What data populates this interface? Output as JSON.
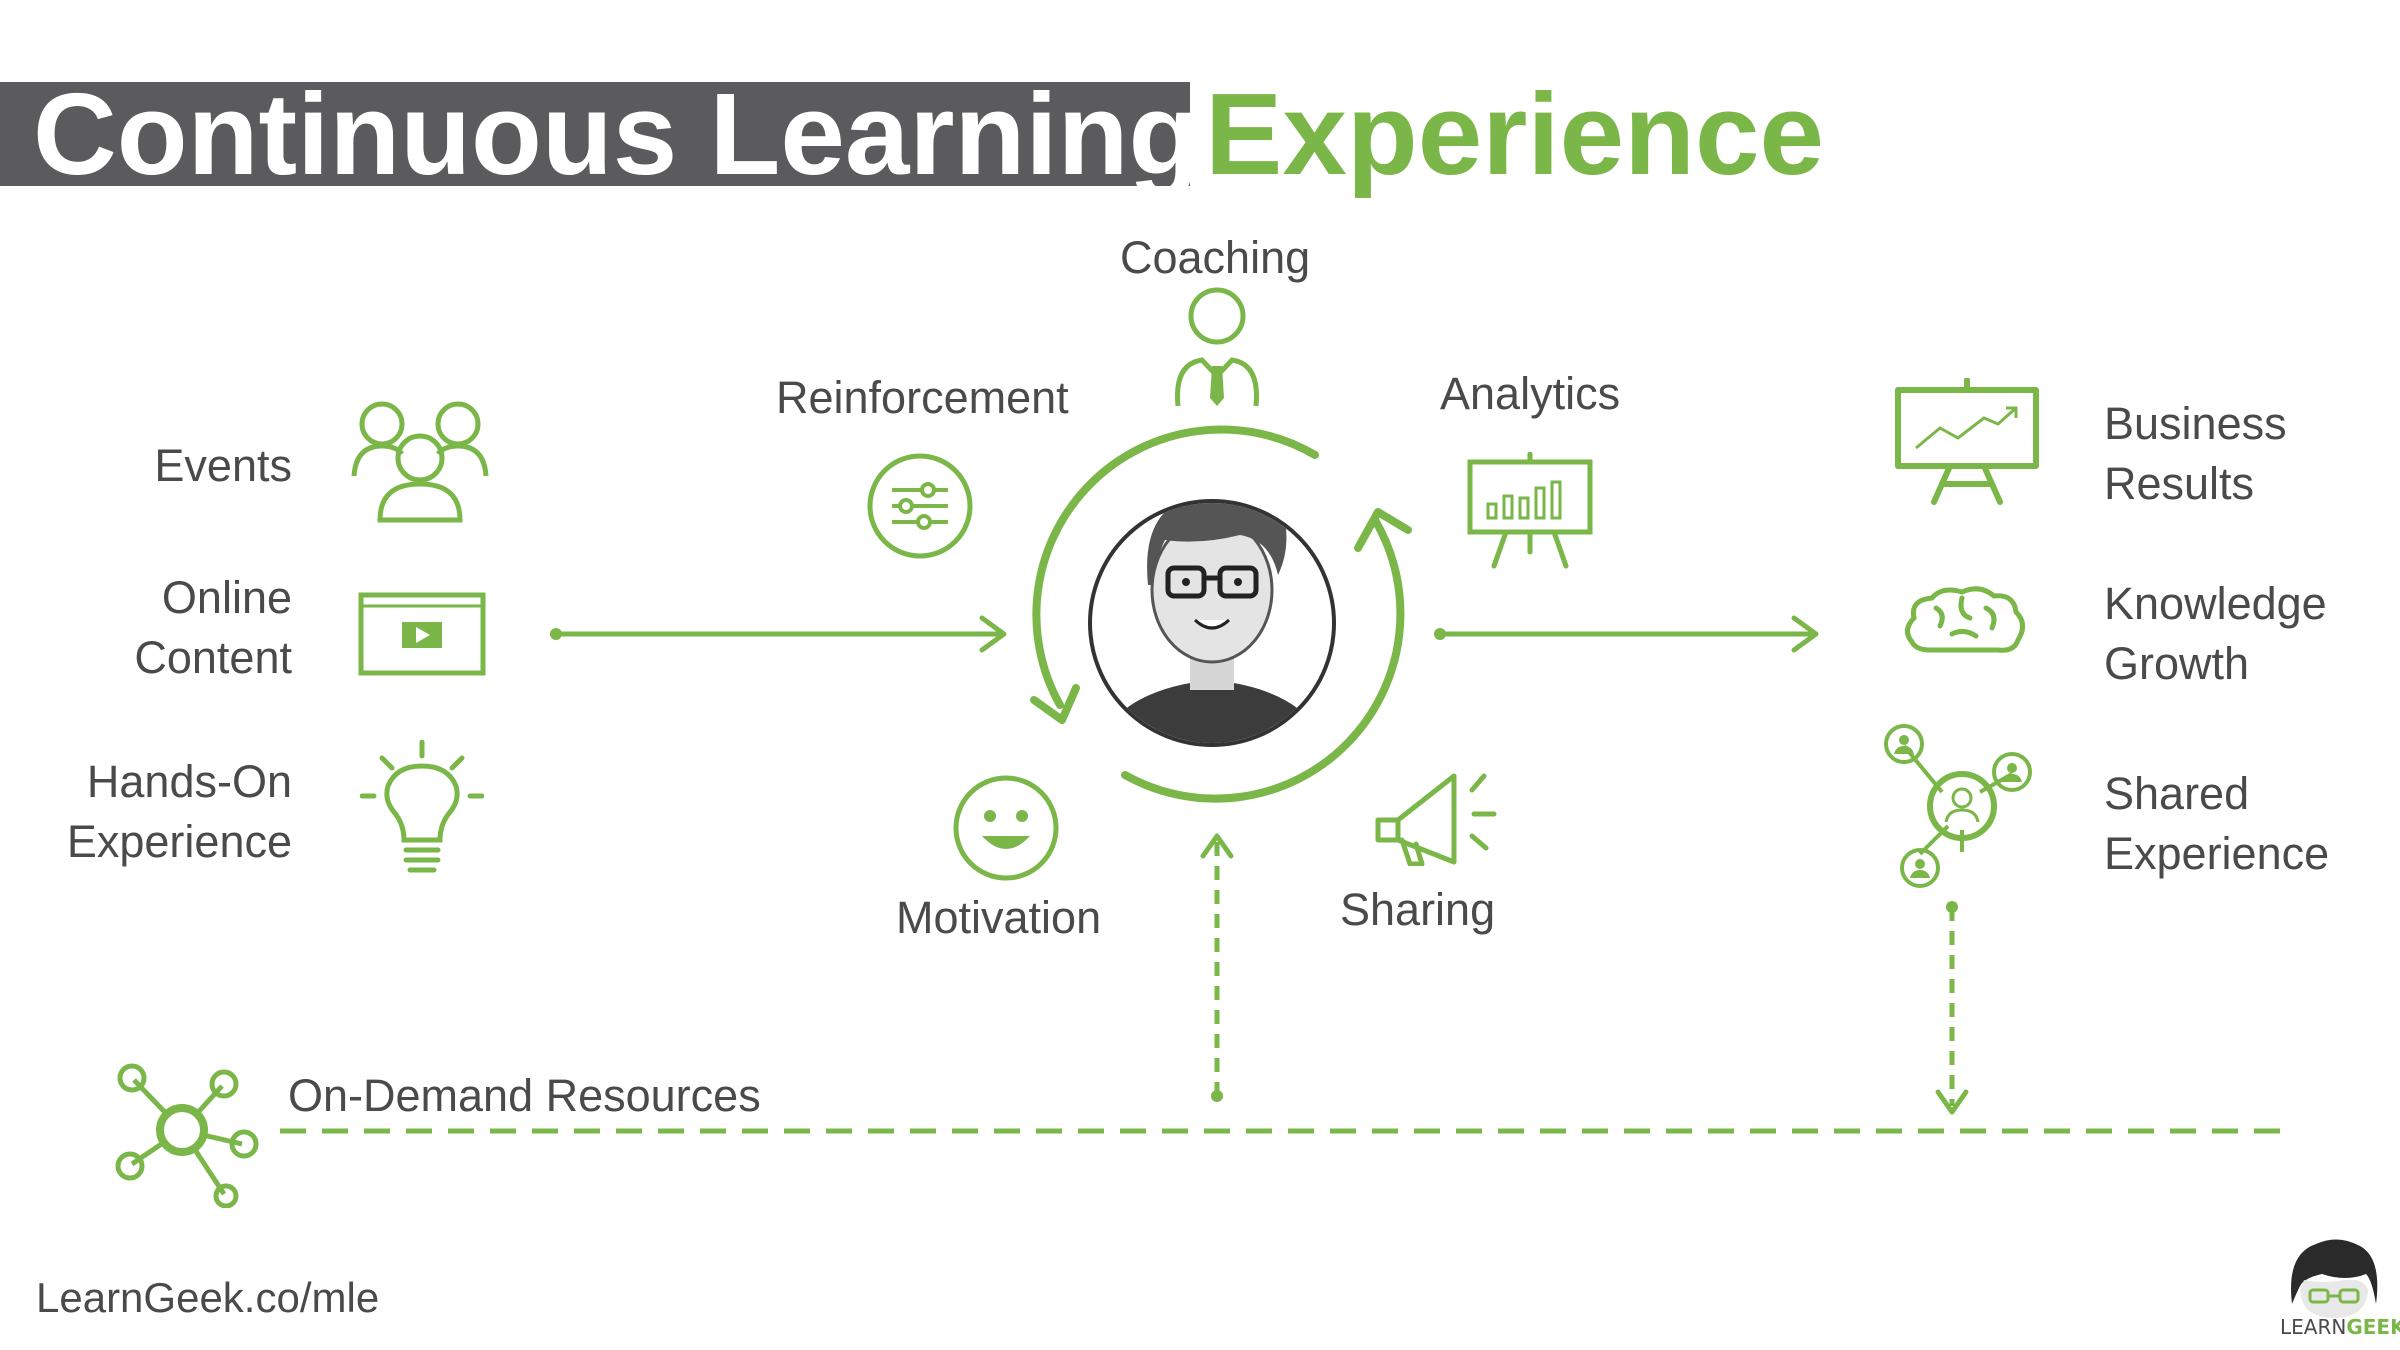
{
  "title": {
    "part1": "Continuous Learning",
    "part2": "Experience"
  },
  "inputs": [
    {
      "id": "events",
      "line1": "Events",
      "line2": "",
      "icon": "group-icon"
    },
    {
      "id": "online-content",
      "line1": "Online",
      "line2": "Content",
      "icon": "video-screen-icon"
    },
    {
      "id": "hands-on",
      "line1": "Hands-On",
      "line2": "Experience",
      "icon": "lightbulb-icon"
    }
  ],
  "cycle": {
    "coaching": {
      "label": "Coaching",
      "icon": "coach-icon"
    },
    "reinforcement": {
      "label": "Reinforcement",
      "icon": "sliders-icon"
    },
    "analytics": {
      "label": "Analytics",
      "icon": "bar-chart-easel-icon"
    },
    "motivation": {
      "label": "Motivation",
      "icon": "smiley-icon"
    },
    "sharing": {
      "label": "Sharing",
      "icon": "megaphone-icon"
    }
  },
  "outputs": [
    {
      "id": "business-results",
      "line1": "Business",
      "line2": "Results",
      "icon": "line-chart-easel-icon"
    },
    {
      "id": "knowledge-growth",
      "line1": "Knowledge",
      "line2": "Growth",
      "icon": "brain-icon"
    },
    {
      "id": "shared-experience",
      "line1": "Shared",
      "line2": "Experience",
      "icon": "network-people-icon"
    }
  ],
  "resources": {
    "label": "On-Demand Resources",
    "icon": "hub-icon"
  },
  "footer": {
    "url": "LearnGeek.co/mle"
  },
  "brand": {
    "part1": "LEARN",
    "part2": "GEEK",
    "icon": "geek-face-logo"
  },
  "colors": {
    "accent": "#7ab648",
    "title_bg": "#5b5b5d",
    "text": "#4a4a4a"
  }
}
